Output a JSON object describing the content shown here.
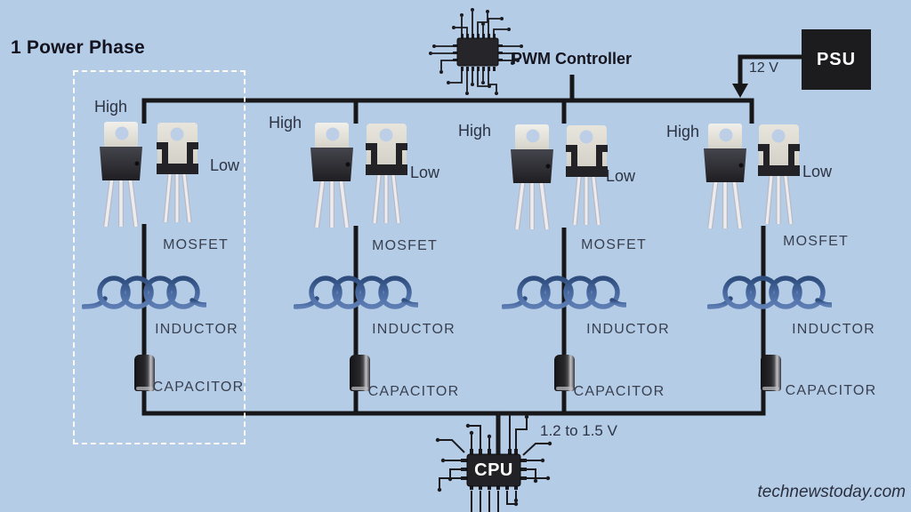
{
  "title": "1 Power Phase",
  "watermark": "technewstoday.com",
  "pwm": {
    "label": "PWM Controller"
  },
  "psu": {
    "label": "PSU",
    "voltage": "12 V"
  },
  "cpu": {
    "label": "CPU",
    "voltage": "1.2 to 1.5 V"
  },
  "phases": [
    {
      "high": "High",
      "low": "Low",
      "mosfet": "MOSFET",
      "inductor": "INDUCTOR",
      "capacitor": "CAPACITOR"
    },
    {
      "high": "High",
      "low": "Low",
      "mosfet": "MOSFET",
      "inductor": "INDUCTOR",
      "capacitor": "CAPACITOR"
    },
    {
      "high": "High",
      "low": "Low",
      "mosfet": "MOSFET",
      "inductor": "INDUCTOR",
      "capacitor": "CAPACITOR"
    },
    {
      "high": "High",
      "low": "Low",
      "mosfet": "MOSFET",
      "inductor": "INDUCTOR",
      "capacitor": "CAPACITOR"
    }
  ],
  "colors": {
    "background": "#b5cce7",
    "wire": "#17171a",
    "inductor_coil": "#44659c",
    "psu_box": "#1c1c1e",
    "chip_body": "#26262a",
    "dashed_box": "#fdfdf5",
    "label_text": "#2e3440"
  }
}
